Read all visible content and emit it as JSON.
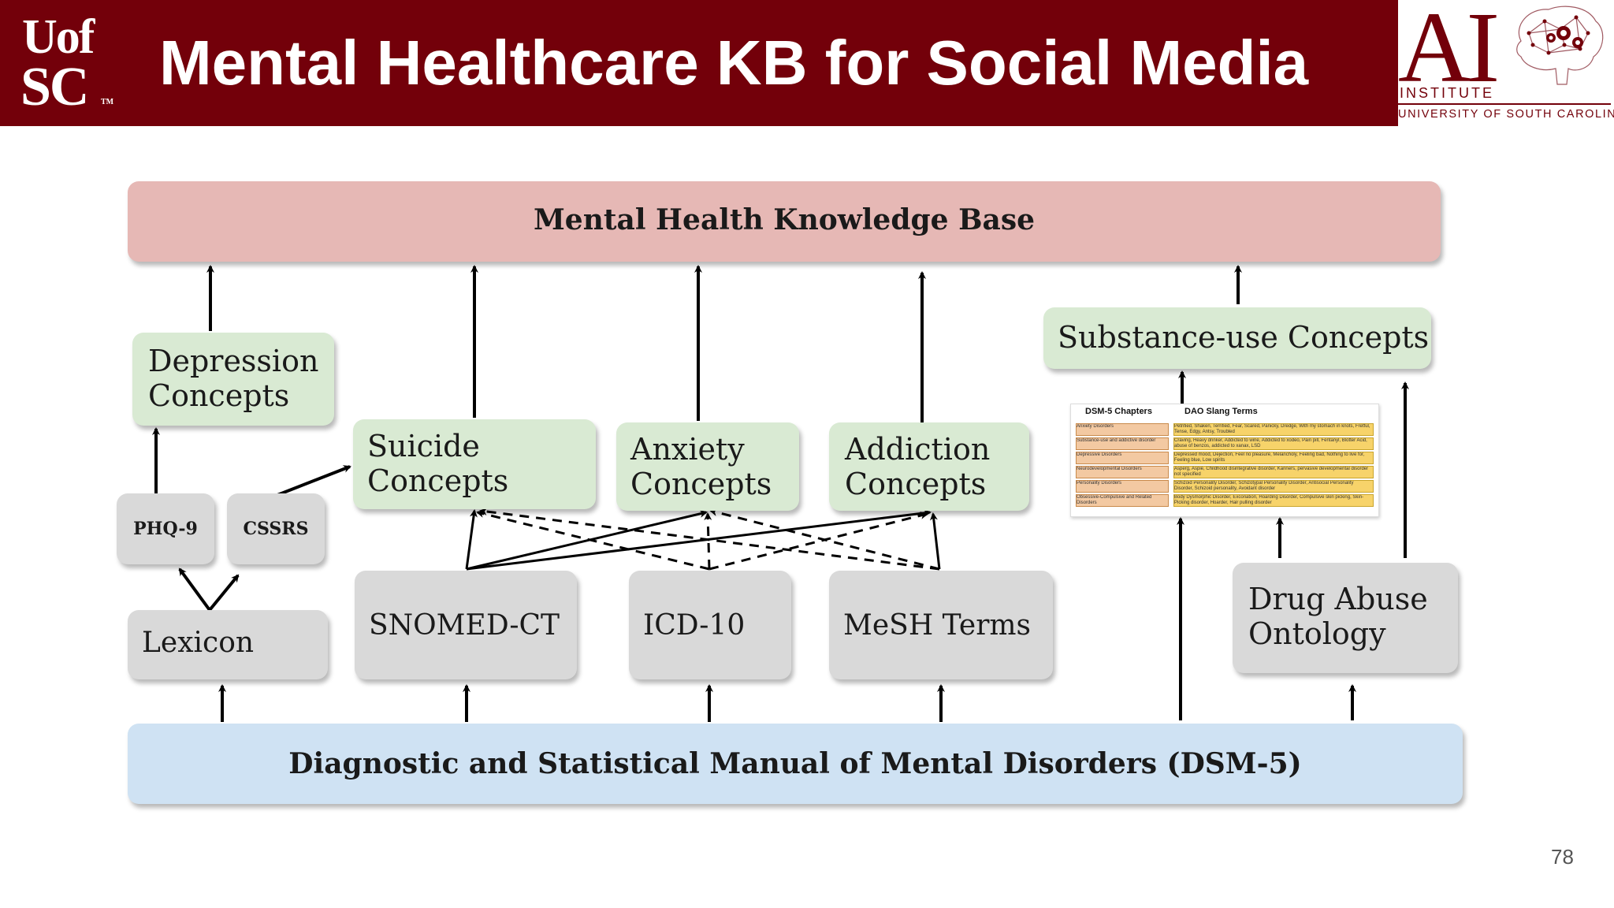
{
  "header": {
    "logo_left_line1": "Uof",
    "logo_left_line2": "SC",
    "logo_left_tm": "TM",
    "title": "Mental Healthcare KB for Social Media",
    "ai_logo": {
      "letters": "AI",
      "institute": "INSTITUTE",
      "university": "UNIVERSITY OF SOUTH CAROLINA"
    }
  },
  "diagram": {
    "knowledge_base": "Mental Health Knowledge Base",
    "dsm5": "Diagnostic and Statistical Manual of Mental Disorders (DSM-5)",
    "depression": "Depression\nConcepts",
    "suicide": "Suicide\nConcepts",
    "anxiety": "Anxiety\nConcepts",
    "addiction": "Addiction\nConcepts",
    "substance": "Substance-use Concepts",
    "phq9": "PHQ-9",
    "cssrs": "CSSRS",
    "lexicon": "Lexicon",
    "snomed": "SNOMED-CT",
    "icd10": "ICD-10",
    "mesh": "MeSH Terms",
    "drug_abuse": "Drug Abuse\nOntology",
    "table_image": {
      "header_left": "DSM-5 Chapters",
      "header_right": "DAO Slang Terms",
      "chapters": [
        "Anxiety Disorders",
        "Substance-use and addictive disorder",
        "Depressive Disorders",
        "Neurodevelopmental Disorders",
        "Personality Disorders",
        "Obsessive-Compulsive and Related Disorders"
      ],
      "slang": [
        "Petrified, Shaken, Terrified, Fear, Scared, Panicky, Dredge, With my stomach in knots, Fretful, Tense, Edgy, Antsy, Troubled",
        "Craving, Heavy drinker, Addicted to wine, Addicted to xodeo, Pain pill, Fentanyl, Blotter Acid, abuse of benzos, addicted to xanax, LSD",
        "Depressed mood, Dejection, Feel no pleasure, Melancholy, Feeling bad, Nothing to live for, Feeling blue, Low spirits",
        "Asperg, Aspie, Childhood disintegrative disorder, Kanners, pervasive developmental disorder not specified",
        "Schizoid Personality Disorder, Schizotypal Personality Disorder, Antisocial Personality Disorder, Schizoid personality, Avoidant disorder",
        "Body Dysmorphic Disorder, Excoriation, Hoarding Disorder, Compulsive skin picking, Skin-Picking disorder, Hoarder, Hair pulling disorder"
      ]
    }
  },
  "page_number": "78",
  "colors": {
    "garnet": "#73000a",
    "kb_box": "#e6b8b5",
    "dsm_box": "#cfe2f3",
    "concept_box": "#d9ead3",
    "source_box": "#d9d9d9"
  }
}
